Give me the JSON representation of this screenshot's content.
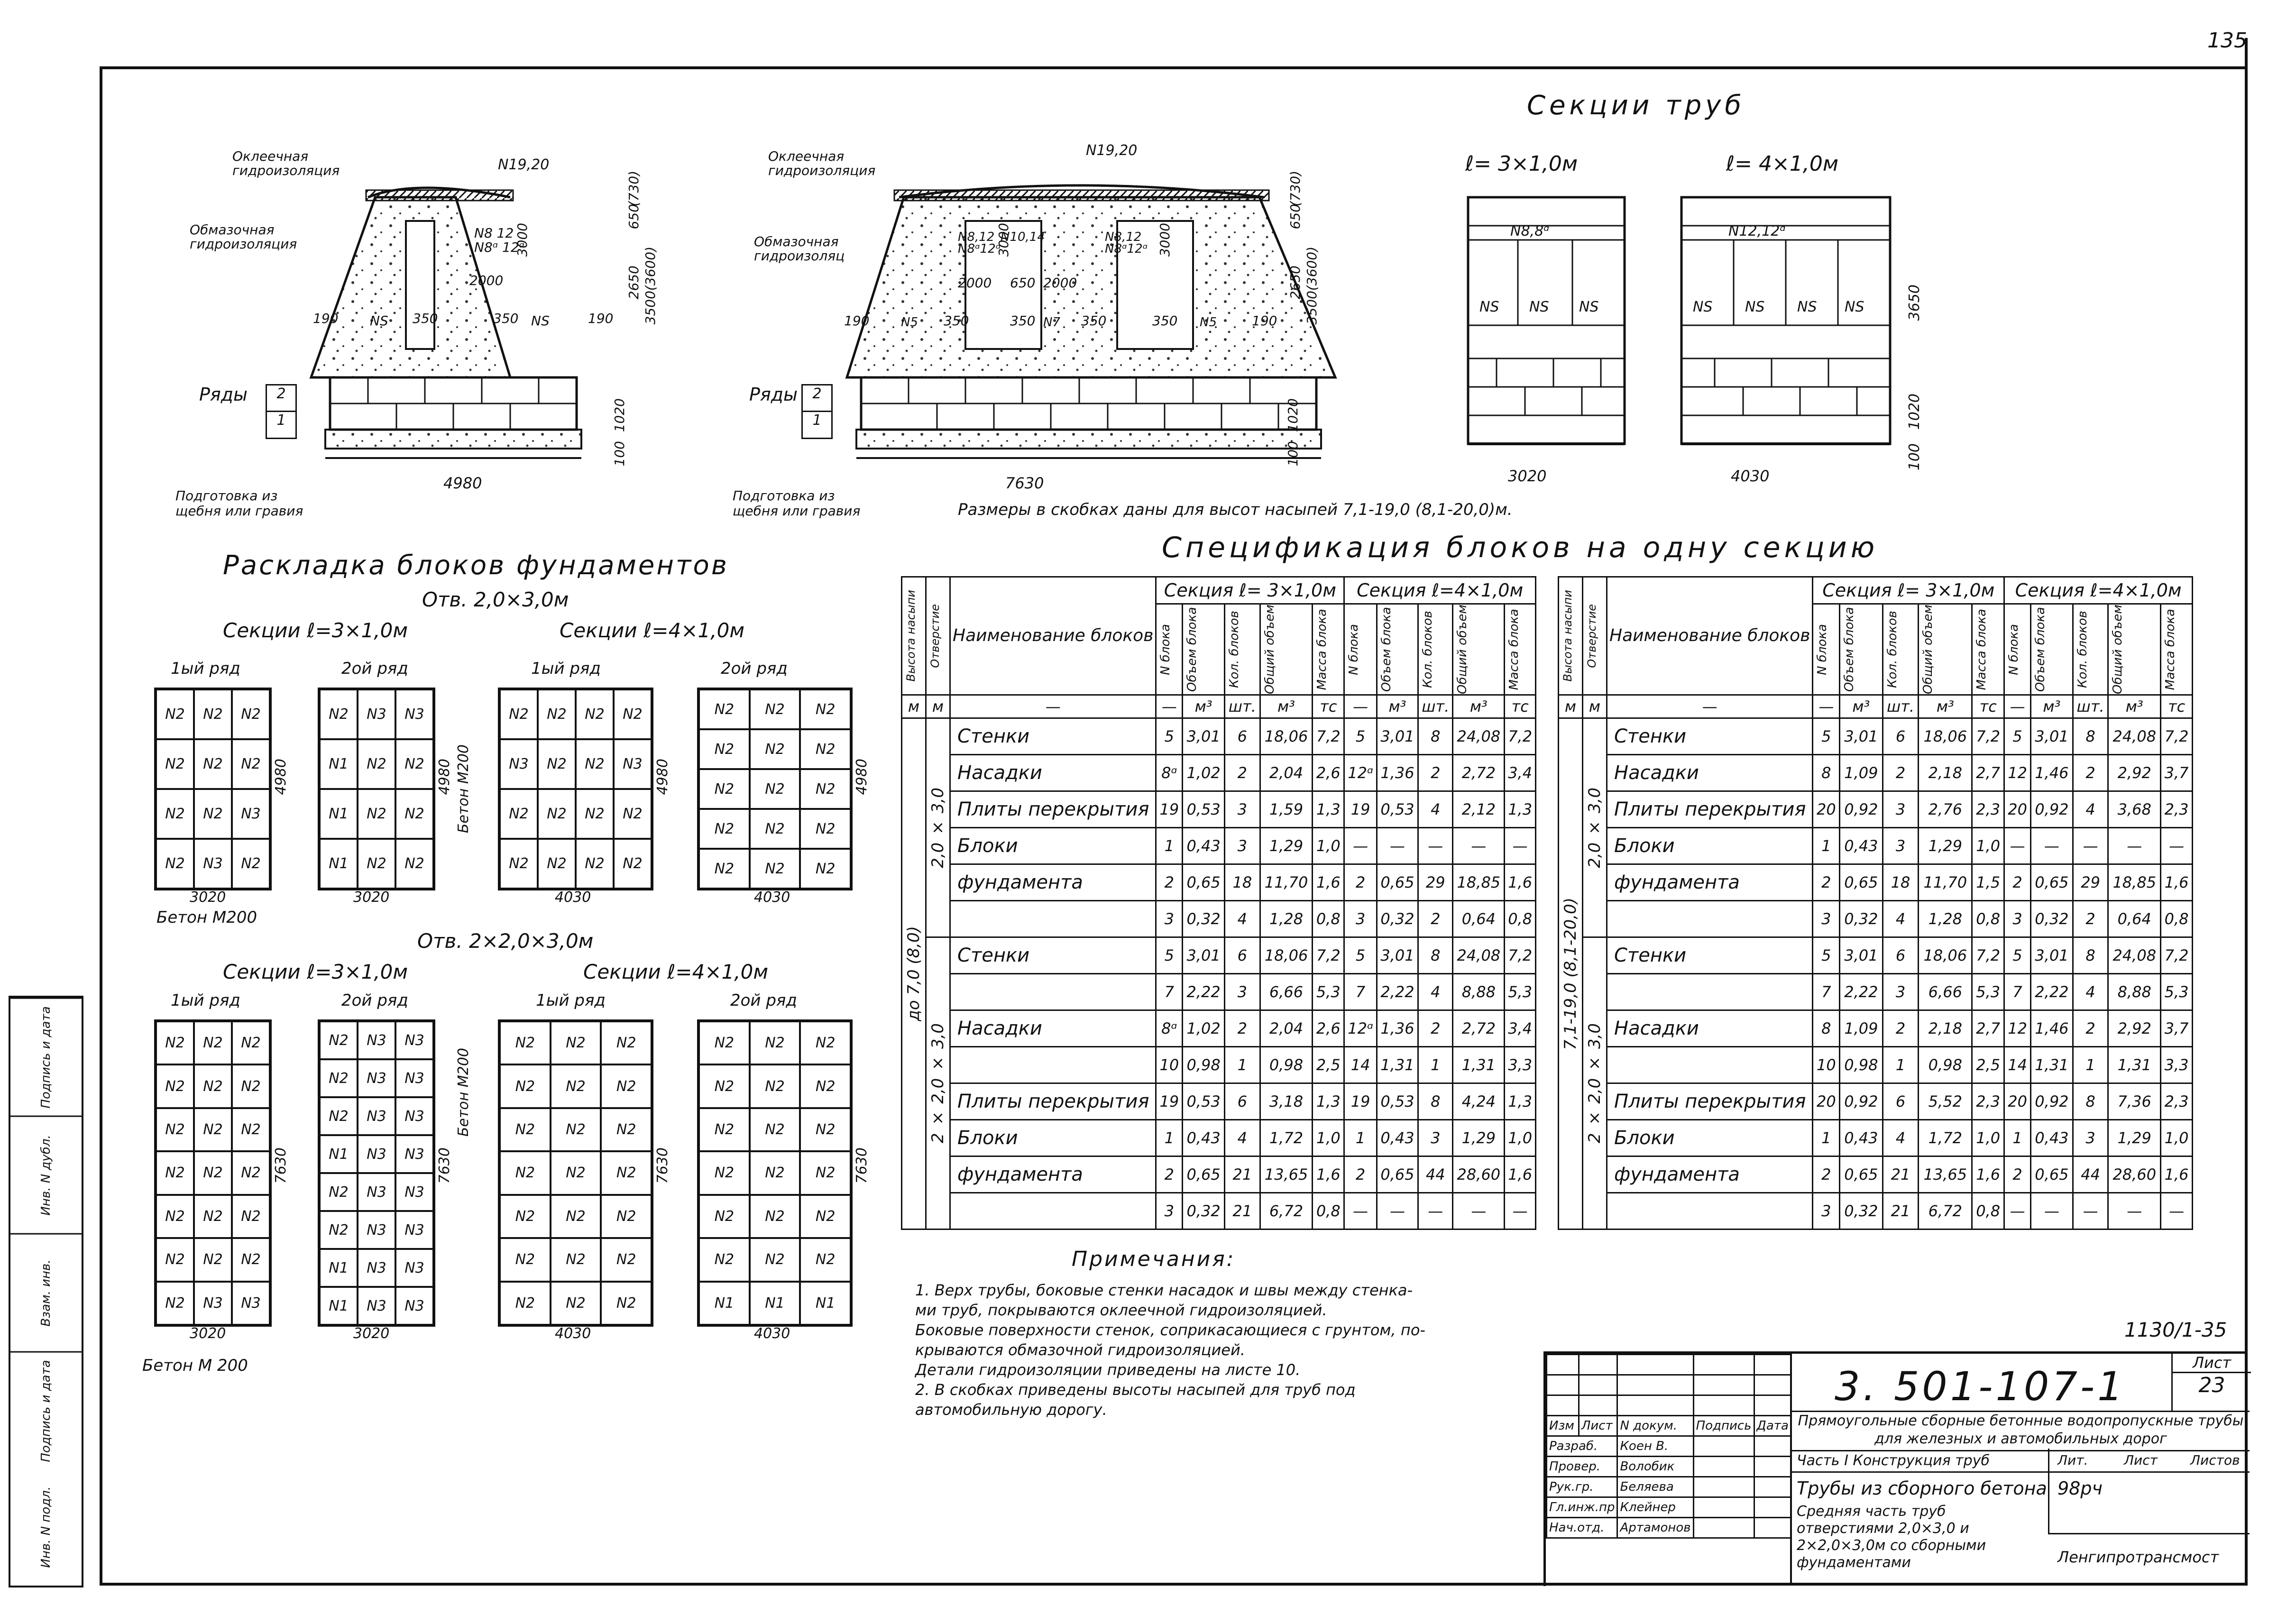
{
  "sheet_mark": "135",
  "sections_title": "Секции труб",
  "section_labels": [
    "ℓ= 3×1,0м",
    "ℓ= 4×1,0м"
  ],
  "section_widths": [
    "3020",
    "4030"
  ],
  "section_heights": [
    "3650",
    "1020",
    "100"
  ],
  "section_block_marks": {
    "left_top": "N8,8ᵅ",
    "right_top": "N12,12ᵅ",
    "ns": "NS"
  },
  "cross_section_1": {
    "label_outer_insulation": "Оклеечная гидроизоляция",
    "label_coating_insulation": "Обмазочная гидроизоляция",
    "mark_top": "N19,20",
    "dims": [
      "190",
      "350",
      "350",
      "190",
      "2000",
      "3000",
      "650",
      "(730)",
      "2650",
      "3500(3600)",
      "1020",
      "100",
      "4980"
    ],
    "marks_inner": [
      "N8 12",
      "N8ᵅ 12ᵅ",
      "NS",
      "NS"
    ],
    "rows_label": "Ряды",
    "rows": [
      "2",
      "1"
    ],
    "bedding": "Подготовка из щебня или гравия"
  },
  "cross_section_2": {
    "label_outer_insulation": "Оклеечная гидроизоляция",
    "label_coating_insulation": "Обмазочная гидроизоляц",
    "mark_top": "N19,20",
    "dims": [
      "190",
      "350",
      "350",
      "350",
      "350",
      "190",
      "2000",
      "650",
      "2000",
      "3000",
      "3000",
      "650",
      "(730)",
      "2650",
      "3500(3600)",
      "1020",
      "100",
      "7630"
    ],
    "marks_inner": [
      "N8,12",
      "N8ᵅ12ᵅ",
      "N10,14",
      "N8,12",
      "N8ᵅ12ᵅ",
      "N5",
      "N7",
      "N5"
    ],
    "rows_label": "Ряды",
    "rows": [
      "2",
      "1"
    ],
    "bedding": "Подготовка из щебня или гравия"
  },
  "dims_note": "Размеры в скобках даны для высот насыпей 7,1-19,0 (8,1-20,0)м.",
  "layout": {
    "title": "Раскладка блоков фундаментов",
    "opening_1": "Отв. 2,0×3,0м",
    "opening_2": "Отв. 2×2,0×3,0м",
    "section_3": "Секции ℓ=3×1,0м",
    "section_4": "Секции ℓ=4×1,0м",
    "row_1": "1ый ряд",
    "row_2": "2ой ряд",
    "concrete": "Бетон М200",
    "concrete_2": "Бетон М 200",
    "w_3020": "3020",
    "w_4030": "4030",
    "h_4980": "4980",
    "h_7630": "7630",
    "g1": [
      "N2",
      "N2",
      "N2",
      "N2",
      "N2",
      "N2",
      "N2",
      "N2",
      "N3",
      "N2",
      "N3",
      "N2"
    ],
    "g2": [
      "N2",
      "N3",
      "N3",
      "N1",
      "N2",
      "N2",
      "N1",
      "N2",
      "N2",
      "N1",
      "N2",
      "N2"
    ],
    "g3": [
      "N2",
      "N2",
      "N2",
      "N2",
      "N3",
      "N2",
      "N2",
      "N3",
      "N2",
      "N2",
      "N2",
      "N2",
      "N2",
      "N2",
      "N2",
      "N2"
    ],
    "g4": [
      "N2",
      "N2",
      "N2",
      "N2",
      "N2",
      "N2",
      "N2",
      "N2",
      "N2",
      "N2",
      "N2",
      "N2",
      "N2",
      "N2",
      "N2"
    ],
    "g5": [
      "N2",
      "N2",
      "N2",
      "N2",
      "N2",
      "N2",
      "N2",
      "N2",
      "N2",
      "N2",
      "N2",
      "N2",
      "N2",
      "N2",
      "N2",
      "N2",
      "N2",
      "N2",
      "N2",
      "N3",
      "N3"
    ],
    "g6": [
      "N2",
      "N3",
      "N3",
      "N2",
      "N3",
      "N3",
      "N2",
      "N3",
      "N3",
      "N1",
      "N3",
      "N3",
      "N2",
      "N3",
      "N3",
      "N2",
      "N3",
      "N3",
      "N1",
      "N3",
      "N3",
      "N1",
      "N3",
      "N3"
    ],
    "g7": [
      "N2",
      "N2",
      "N2",
      "N2",
      "N2",
      "N2",
      "N2",
      "N2",
      "N2",
      "N2",
      "N2",
      "N2",
      "N2",
      "N2",
      "N2",
      "N2",
      "N2",
      "N2",
      "N2",
      "N2",
      "N2"
    ],
    "g8": [
      "N2",
      "N2",
      "N2",
      "N2",
      "N2",
      "N2",
      "N2",
      "N2",
      "N2",
      "N2",
      "N2",
      "N2",
      "N2",
      "N2",
      "N2",
      "N2",
      "N2",
      "N2",
      "N1",
      "N1",
      "N1"
    ]
  },
  "spec": {
    "title": "Спецификация блоков на одну секцию",
    "headers": {
      "height": "Высота насыпи",
      "opening": "Отверстие",
      "name": "Наименование блоков",
      "sec3": "Секция ℓ= 3×1,0м",
      "sec4": "Секция ℓ=4×1,0м",
      "col_n": "N блока",
      "col_vol": "Объем блока",
      "col_qty": "Кол. блоков",
      "col_total": "Общий объем",
      "col_mass": "Масса блока",
      "units": [
        "м",
        "м",
        "—",
        "—",
        "м³",
        "шт.",
        "м³",
        "тс",
        "—",
        "м³",
        "шт.",
        "м³",
        "тс"
      ]
    },
    "left": {
      "height_label": "до 7,0 (8,0)",
      "opening_a": "2,0 × 3,0",
      "opening_b": "2 × 2,0 × 3,0",
      "rows": [
        [
          "Стенки",
          "5",
          "3,01",
          "6",
          "18,06",
          "7,2",
          "5",
          "3,01",
          "8",
          "24,08",
          "7,2"
        ],
        [
          "Насадки",
          "8ᵅ",
          "1,02",
          "2",
          "2,04",
          "2,6",
          "12ᵅ",
          "1,36",
          "2",
          "2,72",
          "3,4"
        ],
        [
          "Плиты перекрытия",
          "19",
          "0,53",
          "3",
          "1,59",
          "1,3",
          "19",
          "0,53",
          "4",
          "2,12",
          "1,3"
        ],
        [
          "Блоки",
          "1",
          "0,43",
          "3",
          "1,29",
          "1,0",
          "—",
          "—",
          "—",
          "—",
          "—"
        ],
        [
          "фундамента",
          "2",
          "0,65",
          "18",
          "11,70",
          "1,6",
          "2",
          "0,65",
          "29",
          "18,85",
          "1,6"
        ],
        [
          "",
          "3",
          "0,32",
          "4",
          "1,28",
          "0,8",
          "3",
          "0,32",
          "2",
          "0,64",
          "0,8"
        ],
        [
          "Стенки",
          "5",
          "3,01",
          "6",
          "18,06",
          "7,2",
          "5",
          "3,01",
          "8",
          "24,08",
          "7,2"
        ],
        [
          "",
          "7",
          "2,22",
          "3",
          "6,66",
          "5,3",
          "7",
          "2,22",
          "4",
          "8,88",
          "5,3"
        ],
        [
          "Насадки",
          "8ᵅ",
          "1,02",
          "2",
          "2,04",
          "2,6",
          "12ᵅ",
          "1,36",
          "2",
          "2,72",
          "3,4"
        ],
        [
          "",
          "10",
          "0,98",
          "1",
          "0,98",
          "2,5",
          "14",
          "1,31",
          "1",
          "1,31",
          "3,3"
        ],
        [
          "Плиты перекрытия",
          "19",
          "0,53",
          "6",
          "3,18",
          "1,3",
          "19",
          "0,53",
          "8",
          "4,24",
          "1,3"
        ],
        [
          "Блоки",
          "1",
          "0,43",
          "4",
          "1,72",
          "1,0",
          "1",
          "0,43",
          "3",
          "1,29",
          "1,0"
        ],
        [
          "фундамента",
          "2",
          "0,65",
          "21",
          "13,65",
          "1,6",
          "2",
          "0,65",
          "44",
          "28,60",
          "1,6"
        ],
        [
          "",
          "3",
          "0,32",
          "21",
          "6,72",
          "0,8",
          "—",
          "—",
          "—",
          "—",
          "—"
        ]
      ]
    },
    "right": {
      "height_label": "7,1-19,0 (8,1-20,0)",
      "opening_a": "2,0 × 3,0",
      "opening_b": "2 × 2,0 × 3,0",
      "rows": [
        [
          "Стенки",
          "5",
          "3,01",
          "6",
          "18,06",
          "7,2",
          "5",
          "3,01",
          "8",
          "24,08",
          "7,2"
        ],
        [
          "Насадки",
          "8",
          "1,09",
          "2",
          "2,18",
          "2,7",
          "12",
          "1,46",
          "2",
          "2,92",
          "3,7"
        ],
        [
          "Плиты перекрытия",
          "20",
          "0,92",
          "3",
          "2,76",
          "2,3",
          "20",
          "0,92",
          "4",
          "3,68",
          "2,3"
        ],
        [
          "Блоки",
          "1",
          "0,43",
          "3",
          "1,29",
          "1,0",
          "—",
          "—",
          "—",
          "—",
          "—"
        ],
        [
          "фундамента",
          "2",
          "0,65",
          "18",
          "11,70",
          "1,5",
          "2",
          "0,65",
          "29",
          "18,85",
          "1,6"
        ],
        [
          "",
          "3",
          "0,32",
          "4",
          "1,28",
          "0,8",
          "3",
          "0,32",
          "2",
          "0,64",
          "0,8"
        ],
        [
          "Стенки",
          "5",
          "3,01",
          "6",
          "18,06",
          "7,2",
          "5",
          "3,01",
          "8",
          "24,08",
          "7,2"
        ],
        [
          "",
          "7",
          "2,22",
          "3",
          "6,66",
          "5,3",
          "7",
          "2,22",
          "4",
          "8,88",
          "5,3"
        ],
        [
          "Насадки",
          "8",
          "1,09",
          "2",
          "2,18",
          "2,7",
          "12",
          "1,46",
          "2",
          "2,92",
          "3,7"
        ],
        [
          "",
          "10",
          "0,98",
          "1",
          "0,98",
          "2,5",
          "14",
          "1,31",
          "1",
          "1,31",
          "3,3"
        ],
        [
          "Плиты перекрытия",
          "20",
          "0,92",
          "6",
          "5,52",
          "2,3",
          "20",
          "0,92",
          "8",
          "7,36",
          "2,3"
        ],
        [
          "Блоки",
          "1",
          "0,43",
          "4",
          "1,72",
          "1,0",
          "1",
          "0,43",
          "3",
          "1,29",
          "1,0"
        ],
        [
          "фундамента",
          "2",
          "0,65",
          "21",
          "13,65",
          "1,6",
          "2",
          "0,65",
          "44",
          "28,60",
          "1,6"
        ],
        [
          "",
          "3",
          "0,32",
          "21",
          "6,72",
          "0,8",
          "—",
          "—",
          "—",
          "—",
          "—"
        ]
      ]
    }
  },
  "notes": {
    "title": "Примечания:",
    "lines": [
      "1. Верх трубы, боковые стенки насадок и швы между стенка-",
      "ми труб, покрываются оклеечной гидроизоляцией.",
      "Боковые поверхности стенок, соприкасающиеся с грунтом, по-",
      "крываются обмазочной гидроизоляцией.",
      "Детали гидроизоляции приведены на листе 10.",
      "2. В скобках приведены высоты насыпей для труб под",
      "автомобильную дорогу."
    ]
  },
  "stamp": {
    "ref": "1130/1-35",
    "code": "3. 501-107-1",
    "sheet_label": "Лист",
    "sheet_no": "23",
    "title": "Прямоугольные сборные бетонные водопропускные трубы для железных и автомобильных дорог",
    "part": "Часть I Конструкция труб",
    "lit": "Лит.",
    "list": "Лист",
    "lists": "Листов",
    "head": [
      "Изм",
      "Лист",
      "N докум.",
      "Подпись",
      "Дата"
    ],
    "people": [
      [
        "Разраб.",
        "Коен В."
      ],
      [
        "Провер.",
        "Волобик"
      ],
      [
        "Рук.гр.",
        "Беляева"
      ],
      [
        "Гл.инж.пр",
        "Клейнер"
      ],
      [
        "Нач.отд.",
        "Артамонов"
      ]
    ],
    "sheet_title": "Трубы из сборного бетона",
    "sheet_code": "98рч",
    "sheet_sub": "Средняя часть труб отверстиями 2,0×3,0 и 2×2,0×3,0м со сборными фундаментами",
    "org": "Ленгипротрансмост"
  },
  "side_labels": [
    "Инв. N подл.",
    "Подпись и дата",
    "Взам. инв.",
    "Инв. N дубл.",
    "Подпись и дата"
  ]
}
